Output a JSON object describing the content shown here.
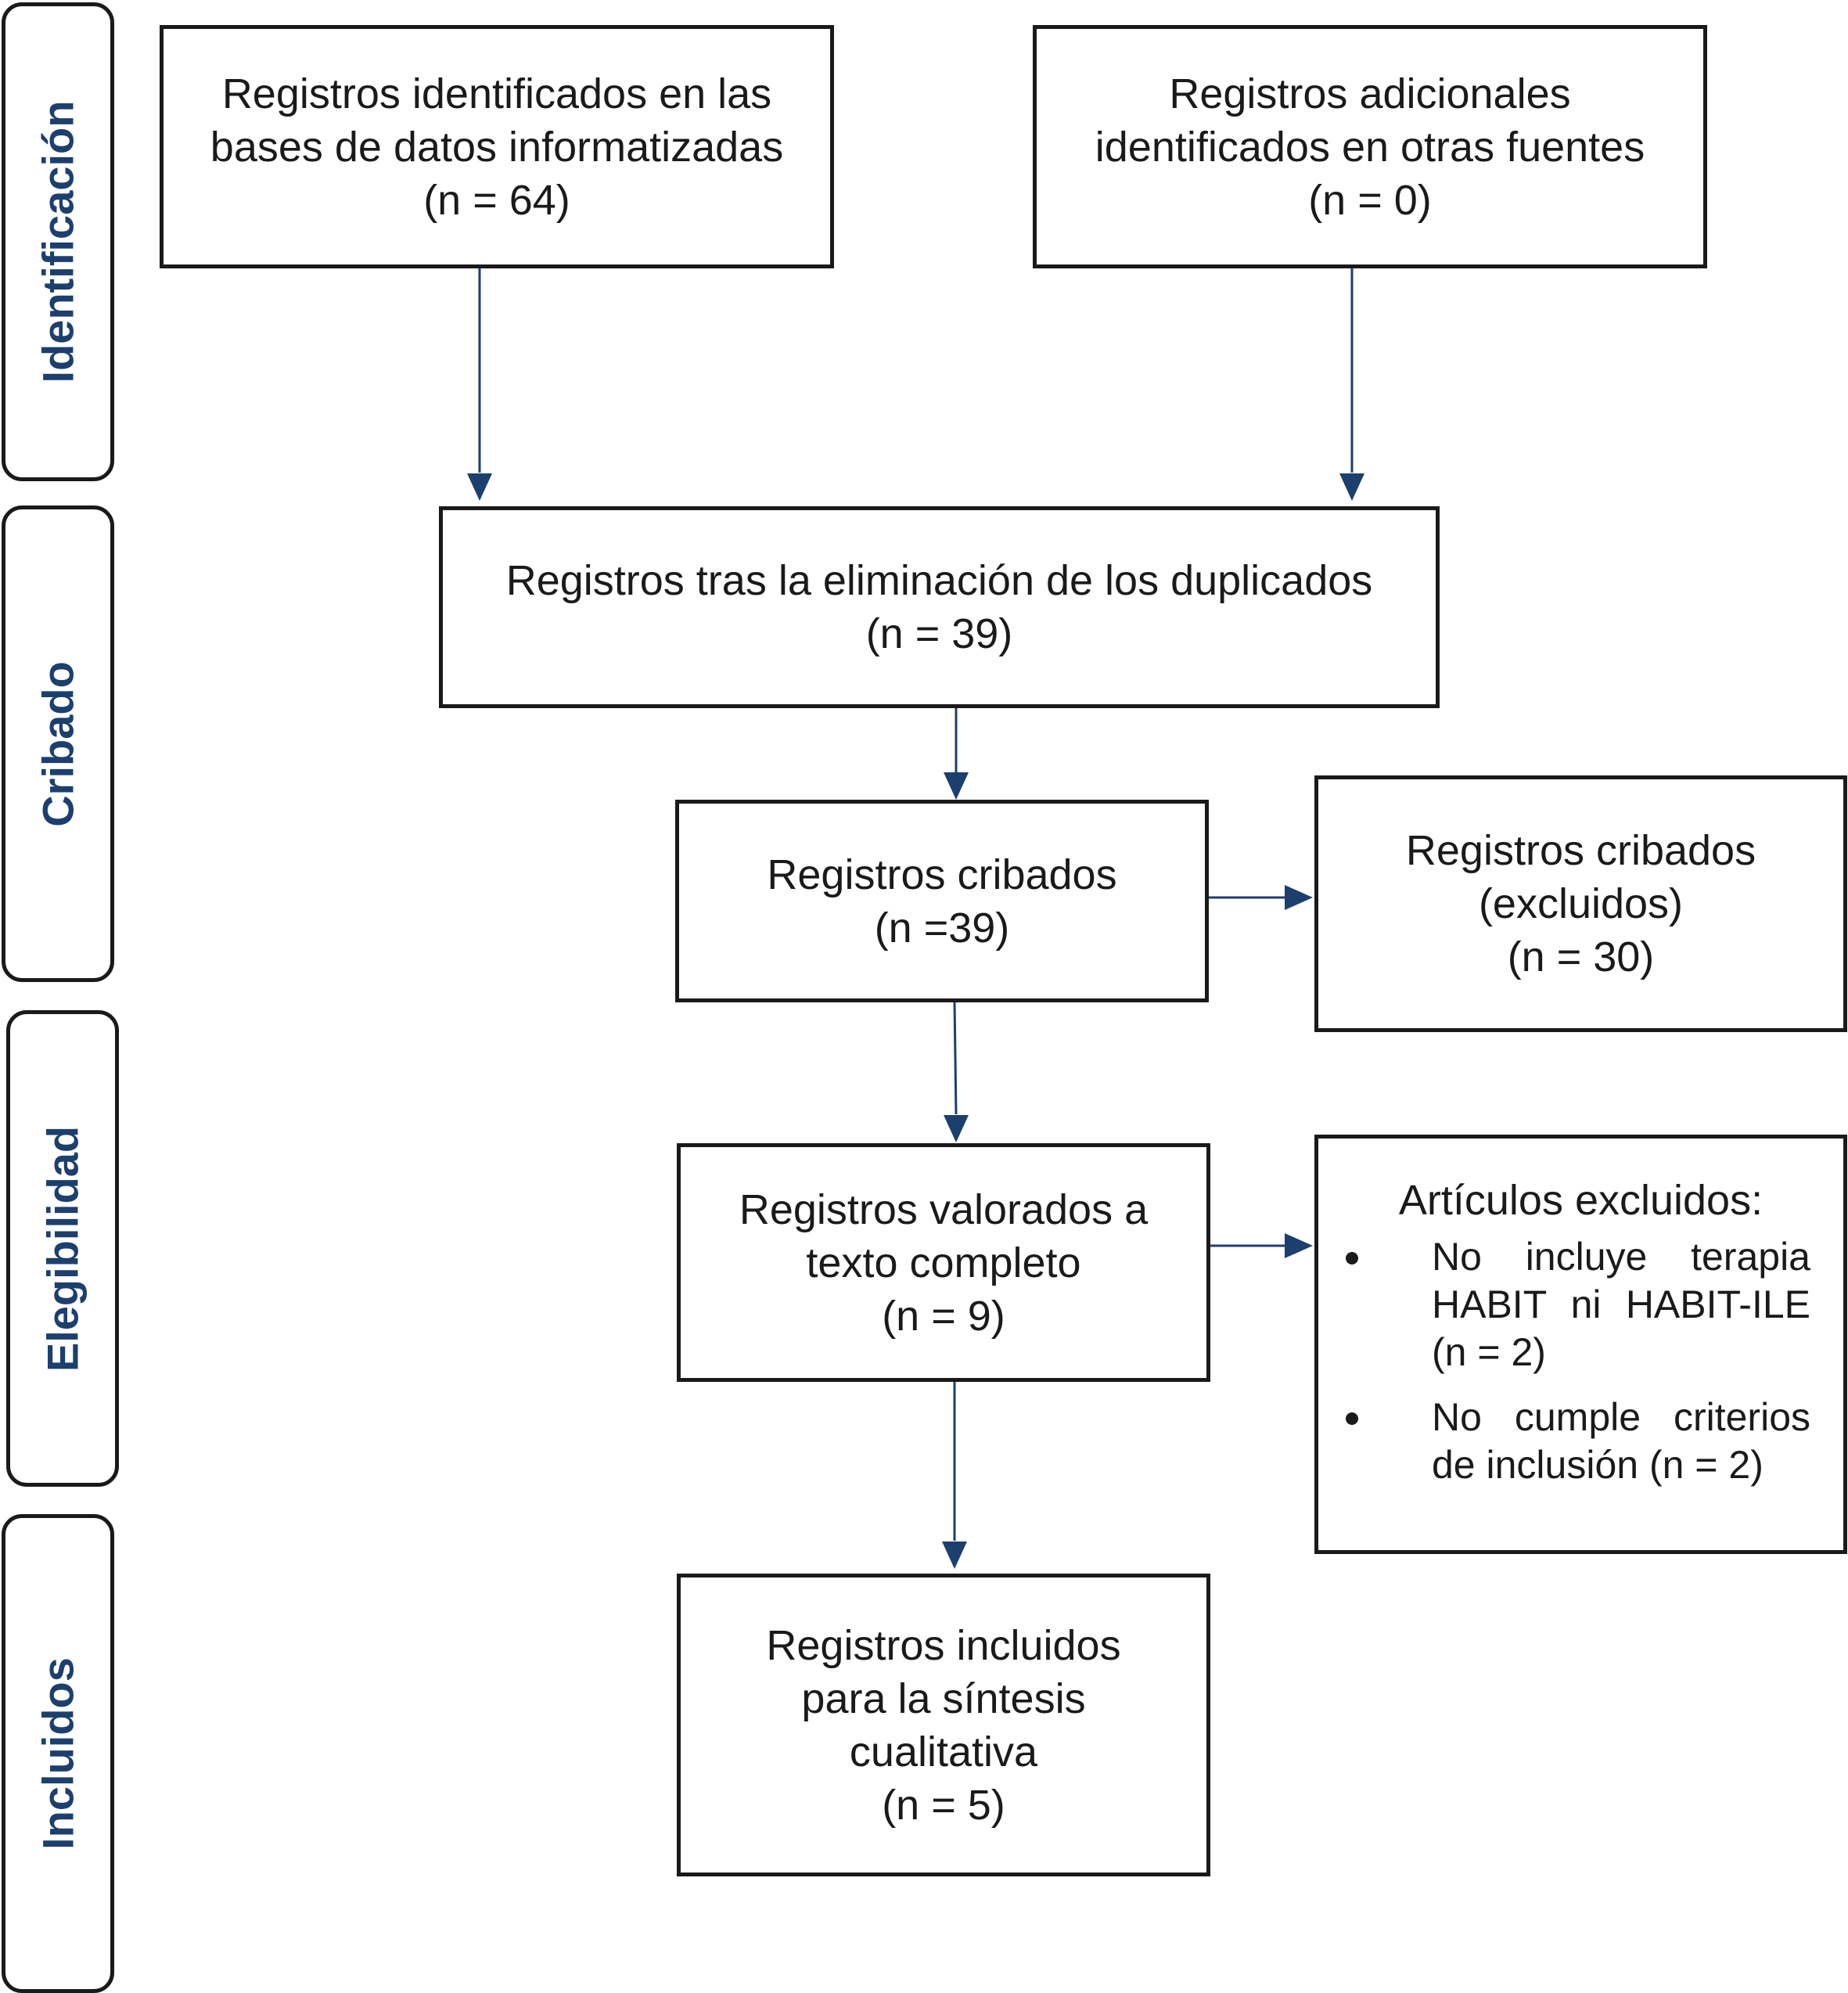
{
  "diagram": {
    "colors": {
      "phase_label": "#1c3f6e",
      "arrow": "#1c3f6e",
      "border": "#1a1a1a",
      "text": "#1a1a1a"
    },
    "phases": [
      {
        "id": "identificacion",
        "label": "Identificación"
      },
      {
        "id": "cribado",
        "label": "Cribado"
      },
      {
        "id": "elegibilidad",
        "label": "Elegibilidad"
      },
      {
        "id": "incluidos",
        "label": "Incluidos"
      }
    ],
    "boxes": {
      "databases": {
        "lines": [
          "Registros identificados en las",
          "bases de datos informatizadas",
          "(n = 64)"
        ]
      },
      "other_sources": {
        "lines": [
          "Registros adicionales",
          "identificados en otras fuentes",
          "(n = 0)"
        ]
      },
      "deduplicated": {
        "lines": [
          "Registros tras la eliminación de los duplicados",
          "(n = 39)"
        ]
      },
      "screened": {
        "lines": [
          "Registros cribados",
          "(n =39)"
        ]
      },
      "screened_excluded": {
        "lines": [
          "Registros cribados",
          "(excluidos)",
          "(n = 30)"
        ]
      },
      "full_text": {
        "lines": [
          "Registros valorados a",
          "texto completo",
          "(n = 9)"
        ]
      },
      "included": {
        "lines": [
          "Registros incluidos",
          "para la síntesis",
          "cualitativa",
          "(n = 5)"
        ]
      }
    },
    "excluded_articles": {
      "title": "Artículos excluidos:",
      "items": [
        {
          "lines": [
            "No incluye terapia",
            "HABIT ni HABIT-ILE",
            "(n = 2)"
          ]
        },
        {
          "lines": [
            "No cumple criterios",
            "de inclusión (n = 2)"
          ]
        }
      ]
    }
  }
}
